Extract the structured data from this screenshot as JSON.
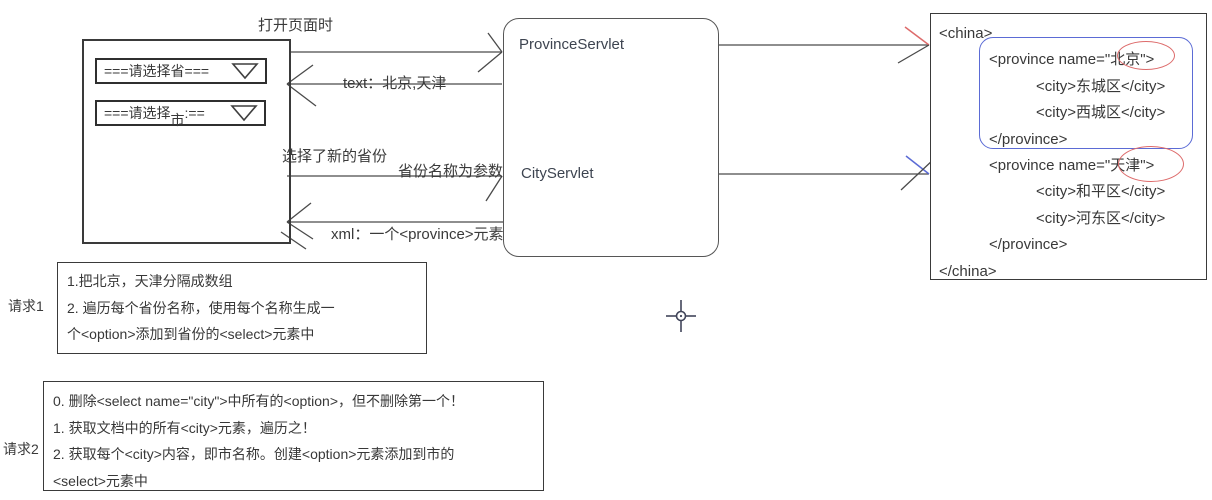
{
  "browser": {
    "province_select": {
      "label": "===请选择省==="
    },
    "city_select": {
      "pre": "===请选择",
      "dropped": "市",
      "post": ":=="
    }
  },
  "flows": {
    "open_page": "打开页面时",
    "text_response": "text：北京,天津",
    "new_province": "选择了新的省份",
    "province_param": "省份名称为参数",
    "xml_response": "xml：一个<province>元素"
  },
  "server": {
    "province_servlet": "ProvinceServlet",
    "city_servlet": "CityServlet"
  },
  "xml_panel": {
    "lines": [
      "<china>",
      "<province name=\"北京\">",
      "<city>东城区</city>",
      "<city>西城区</city>",
      "</province>",
      "<province name=\"天津\">",
      "<city>和平区</city>",
      "<city>河东区</city>",
      "</province>",
      "</china>"
    ]
  },
  "notes": {
    "request1": {
      "label": "请求1",
      "lines": [
        "1.把北京，天津分隔成数组",
        "2. 遍历每个省份名称，使用每个名称生成一",
        "个<option>添加到省份的<select>元素中"
      ]
    },
    "request2": {
      "label": "请求2",
      "lines": [
        "0. 删除<select name=\"city\">中所有的<option>，但不删除第一个！",
        "1. 获取文档中的所有<city>元素，遍历之！",
        "2. 获取每个<city>内容，即市名称。创建<option>元素添加到市的",
        "<select>元素中"
      ]
    }
  },
  "colors": {
    "annotation_red": "#dd6b6b",
    "annotation_blue": "#5b6bd5",
    "stroke": "#4a4a4a"
  }
}
